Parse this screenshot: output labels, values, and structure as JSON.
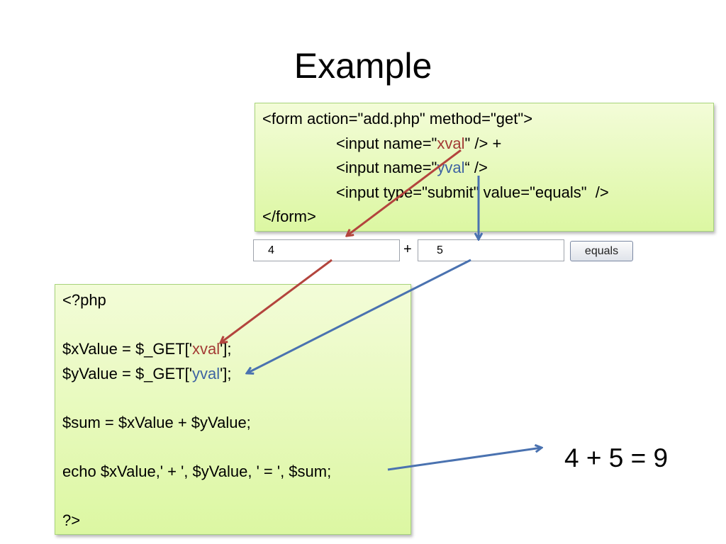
{
  "slide": {
    "title": "Example"
  },
  "html_code": {
    "line1": "<form action=\"add.php\" method=\"get\">",
    "line2_pre": "<input name=\"",
    "line2_name": "xval",
    "line2_post": "\" /> +",
    "line3_pre": "<input name=\"",
    "line3_name": "yval",
    "line3_post": "“ />",
    "line4": "<input type=\"submit\" value=\"equals\"  />",
    "line5": "</form>"
  },
  "form": {
    "x_value": "4",
    "plus": "+",
    "y_value": "5",
    "button_label": "equals"
  },
  "php_code": {
    "line1": "<?php",
    "line3_pre": "$xValue = $_GET['",
    "line3_name": "xval",
    "line3_post": "'];",
    "line4_pre": "$yValue = $_GET['",
    "line4_name": "yval",
    "line4_post": "'];",
    "line6": "$sum = $xValue + $yValue;",
    "line8": "echo $xValue,' + ', $yValue, ' = ', $sum;",
    "line10": "?>"
  },
  "output": {
    "result": "4 + 5 = 9"
  },
  "colors": {
    "xval": "#a33b35",
    "yval": "#3e63a3",
    "box_fill": "#dcf7a2"
  }
}
